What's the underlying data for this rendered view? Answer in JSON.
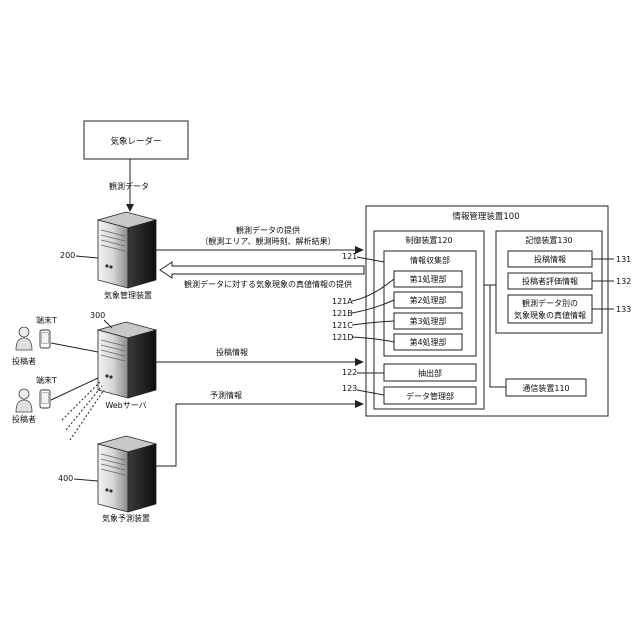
{
  "radar": {
    "label": "気象レーダー",
    "arrow_label": "観測データ"
  },
  "weather_management": {
    "label": "気象管理装置",
    "ref": "200"
  },
  "web_server": {
    "label": "Webサーバ",
    "ref": "300"
  },
  "forecast": {
    "label": "気象予測装置",
    "ref": "400"
  },
  "terminals": [
    {
      "terminal": "端末T",
      "poster": "投稿者"
    },
    {
      "terminal": "端末T",
      "poster": "投稿者"
    }
  ],
  "flows": {
    "provide_line1": "観測データの提供",
    "provide_line2": "（観測エリア、観測時刻、解析結果）",
    "truth_provide": "観測データに対する気象現象の真値情報の提供",
    "post_info": "投稿情報",
    "forecast_info": "予測情報"
  },
  "info_manager": {
    "label": "情報管理装置100",
    "control": {
      "label": "制御装置120",
      "collector": {
        "label": "情報収集部",
        "ref": "121",
        "units": [
          {
            "label": "第1処理部",
            "ref": "121A"
          },
          {
            "label": "第2処理部",
            "ref": "121B"
          },
          {
            "label": "第3処理部",
            "ref": "121C"
          },
          {
            "label": "第4処理部",
            "ref": "121D"
          }
        ]
      },
      "extract": {
        "label": "抽出部",
        "ref": "122"
      },
      "data_mgmt": {
        "label": "データ管理部",
        "ref": "123"
      }
    },
    "storage": {
      "label": "記憶装置130",
      "items": [
        {
          "label": "投稿情報",
          "ref": "131"
        },
        {
          "label": "投稿者評価情報",
          "ref": "132"
        },
        {
          "line1": "観測データ別の",
          "line2": "気象現象の真値情報",
          "ref": "133"
        }
      ]
    },
    "comm": {
      "label": "通信装置110"
    }
  }
}
